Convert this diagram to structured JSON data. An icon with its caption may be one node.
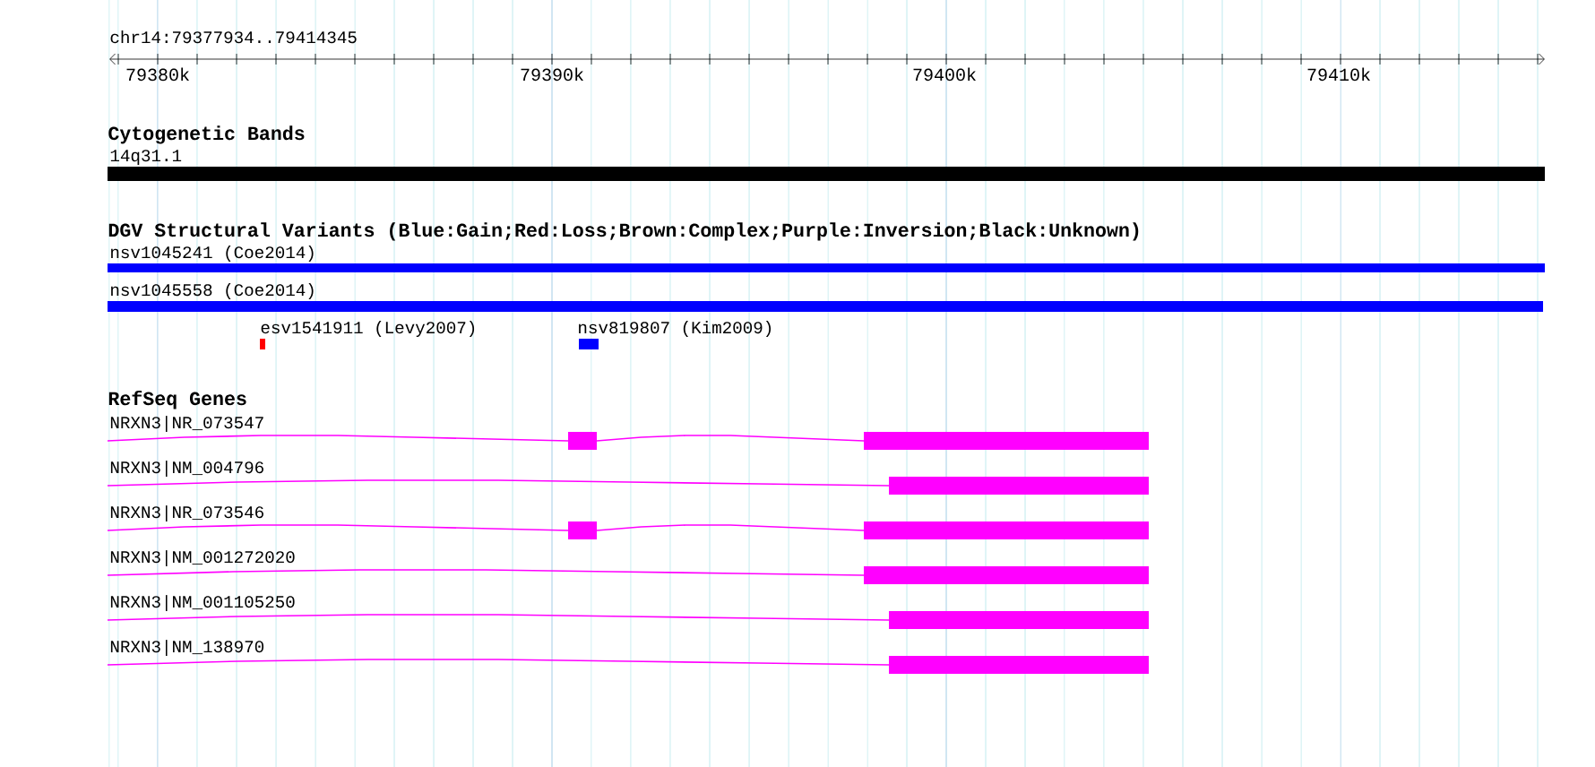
{
  "diagram": {
    "title": "chr14:79377934..79414345",
    "nodes": [
      {
        "text": [
          "14q31.1"
        ]
      },
      {
        "text": [
          "nsv1045241 (Coe2014)"
        ]
      },
      {
        "text": [
          "nsv1045558 (Coe2014)"
        ]
      },
      {
        "text": [
          "esv1541911 (Levy2007)"
        ]
      },
      {
        "text": [
          "nsv819807 (Kim2009)"
        ]
      },
      {
        "text": [
          "NRXN3|NR_073547"
        ]
      },
      {
        "text": [
          "NRXN3|NM_004796"
        ]
      },
      {
        "text": [
          "NRXN3|NR_073546"
        ]
      },
      {
        "text": [
          "NRXN3|NM_001272020"
        ]
      },
      {
        "text": [
          "NRXN3|NM_001105250"
        ]
      },
      {
        "text": [
          "NRXN3|NM_138970"
        ]
      }
    ],
    "labels": [
      "79380k",
      "79390k",
      "79400k",
      "79410k",
      "Cytogenetic Bands",
      "DGV Structural Variants (Blue:Gain;Red:Loss;Brown:Complex;Purple:Inversion;Black:Unknown)",
      "RefSeq Genes"
    ]
  }
}
